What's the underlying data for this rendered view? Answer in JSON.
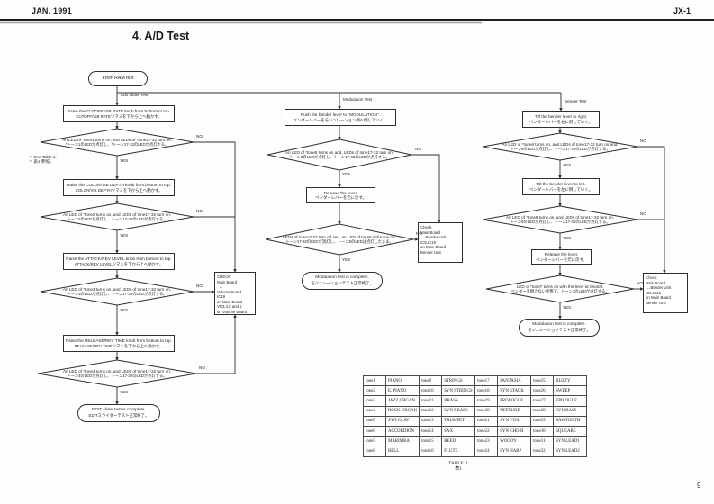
{
  "header": {
    "date": "JAN. 1991",
    "model": "JX-1",
    "title": "4. A/D Test",
    "page_number": "9"
  },
  "labels": {
    "yes": "YES",
    "no": "NO"
  },
  "flow": {
    "start_label": "From RAM test",
    "footnote_en": "*: See Table.1.",
    "footnote_jp": "*: 表1 参照。",
    "edit_slider": {
      "branch_label": "Edit Slider Test",
      "boxes": [
        {
          "en": "Raise the CUTOFF/VIB RATE knob from bottom to top.",
          "jp": "CUTOFF/VIB RATEツマミを下から上へ動かす。"
        },
        {
          "en": "Raise the COLOR/VIB DEPTH knob from bottom to top.",
          "jp": "COLOR/VIB DEPTHツマミを下から上へ動かす。"
        },
        {
          "en": "Raise the ATTACK/REV LEVEL knob from bottom to top.",
          "jp": "ATTACK/REV LEVELツマミを下から上へ動かす。"
        },
        {
          "en": "Raise the RELEASE/REV TIME knob from bottom to top.",
          "jp": "RELEASE/REV TIMEツマミを下から上へ動かす。"
        }
      ],
      "diamonds": [
        {
          "en": "An LED of *tone1 turns on, and LEDs of *tone17-32 turn on.",
          "jp": "*トーン1のLEDが点灯し、*トーン17-32のLEDが点灯する。"
        },
        {
          "en": "An LED of *tone2 turns on, and LEDs of tone17-32 turn on.",
          "jp": "トーン2のLEDが点灯し、トーン17-32のLEDが点灯する。"
        },
        {
          "en": "An LED of *tone3 turns on, and LEDs of tone17-32 turn on.",
          "jp": "トーン3のLEDが点灯し、トーン17-32のLEDが点灯する。"
        },
        {
          "en": "An LED of *tone4 turns on, and LEDs of tone17-32 turn on.",
          "jp": "トーン4のLEDが点灯し、トーン17-32のLEDが点灯する。"
        }
      ],
      "check": "CHECK:\nMain Board\n  ↔\nVolume Board\nIC19\non Main Board\nVR3,4,5 and 6\non Volume Board",
      "end_en": "EDIT slider test is complete.",
      "end_jp": "EDITスライダーテスト正常終了。"
    },
    "modulation": {
      "branch_label": "Modulation Test",
      "boxes": [
        {
          "en": "Push the bender lever to \"MODULATION\".",
          "jp": "ベンダーレバーをモジュレーション側へ倒していく。"
        },
        {
          "en": "Release the lever.",
          "jp": "ベンダーレバーを元に戻す。"
        }
      ],
      "diamonds": [
        {
          "en": "An LED of *tone5 turns on and, LEDs of tone17-32 turn on.",
          "jp": "トーン5のLEDが点灯し、トーン17-32のLEDが点灯する。"
        },
        {
          "en": "LEDs of tone17-32 turn off and, an LED of tone5 still turns on.",
          "jp": "トーン17-32のLEDが消灯し、トーン5のLEDは点灯したまま。"
        }
      ],
      "check": "Check:\nMain Board\n ↔Bender Unit\nIC9,IC19\non Main Board\nBender Unit",
      "end_en": "Modulation test is complete.",
      "end_jp": "モジュレーションテスト正常終了。"
    },
    "bender": {
      "branch_label": "Bender Test",
      "boxes": [
        {
          "en": "Tilt the bender lever to right.",
          "jp": "ベンダーレバーを右に倒していく。"
        },
        {
          "en": "Tilt the bender lever to left.",
          "jp": "ベンダーレバーを左に倒していく。"
        },
        {
          "en": "Release the lever.",
          "jp": "ベンダーレバーを元に戻す。"
        }
      ],
      "diamonds": [
        {
          "en": "An LED of *tone6 turns on, and LEDs of tone17-32 turn on and.",
          "jp": "トーン6のLEDが点灯し、トーン17-32のLEDが点灯する。"
        },
        {
          "en": "An LED of *tone8 turns on, and LEDs of tone17-32 turn on.",
          "jp": "トーン8のLEDが点灯し、トーン17-32のLEDが点灯する。"
        },
        {
          "en": "LED of *tone7 turns on with the lever at neutral.",
          "jp": "ベンダーを倒さない状態で、トーン7のLEDが点灯する。"
        }
      ],
      "check": "Check:\nMain Board\n ↔Bender Unit\nIC9,IC19\non Main Board\nBender Unit",
      "end_en": "Modulation test is complete.",
      "end_jp": "モジュレーションテスト正常終了。"
    }
  },
  "table": {
    "caption_en": "TABLE. 1",
    "caption_jp": "表1",
    "rows": [
      [
        "tone1",
        "PIANO",
        "tone9",
        "STRINGS",
        "tone17",
        "FANTASIA",
        "tone25",
        "BUZZY"
      ],
      [
        "tone2",
        "E. PIANO",
        "tone10",
        "SYN STRINGS",
        "tone18",
        "SYN STACK",
        "tone26",
        "SWEEP"
      ],
      [
        "tone3",
        "JAZZ ORGAN",
        "tone11",
        "BRASS",
        "tone19",
        "PROLOGUE",
        "tone27",
        "EPILOGUE"
      ],
      [
        "tone4",
        "ROCK ORGAN",
        "tone12",
        "SYN BRASS",
        "tone20",
        "NEPTUNE",
        "tone28",
        "SYN BASS"
      ],
      [
        "tone5",
        "SYN CLAV",
        "tone13",
        "TRUMPET",
        "tone21",
        "SYN VOX",
        "tone29",
        "SAWTOOTH"
      ],
      [
        "tone6",
        "ACCORDION",
        "tone14",
        "SAX",
        "tone22",
        "SYN CHOIR",
        "tone30",
        "SQUEARE"
      ],
      [
        "tone7",
        "MARIMBA",
        "tone15",
        "REED",
        "tone23",
        "WOODY",
        "tone31",
        "SYN LEAD1"
      ],
      [
        "tone8",
        "BELL",
        "tone16",
        "FLUTE",
        "tone24",
        "SYN HARP",
        "tone32",
        "SYN LEAD2"
      ]
    ]
  }
}
